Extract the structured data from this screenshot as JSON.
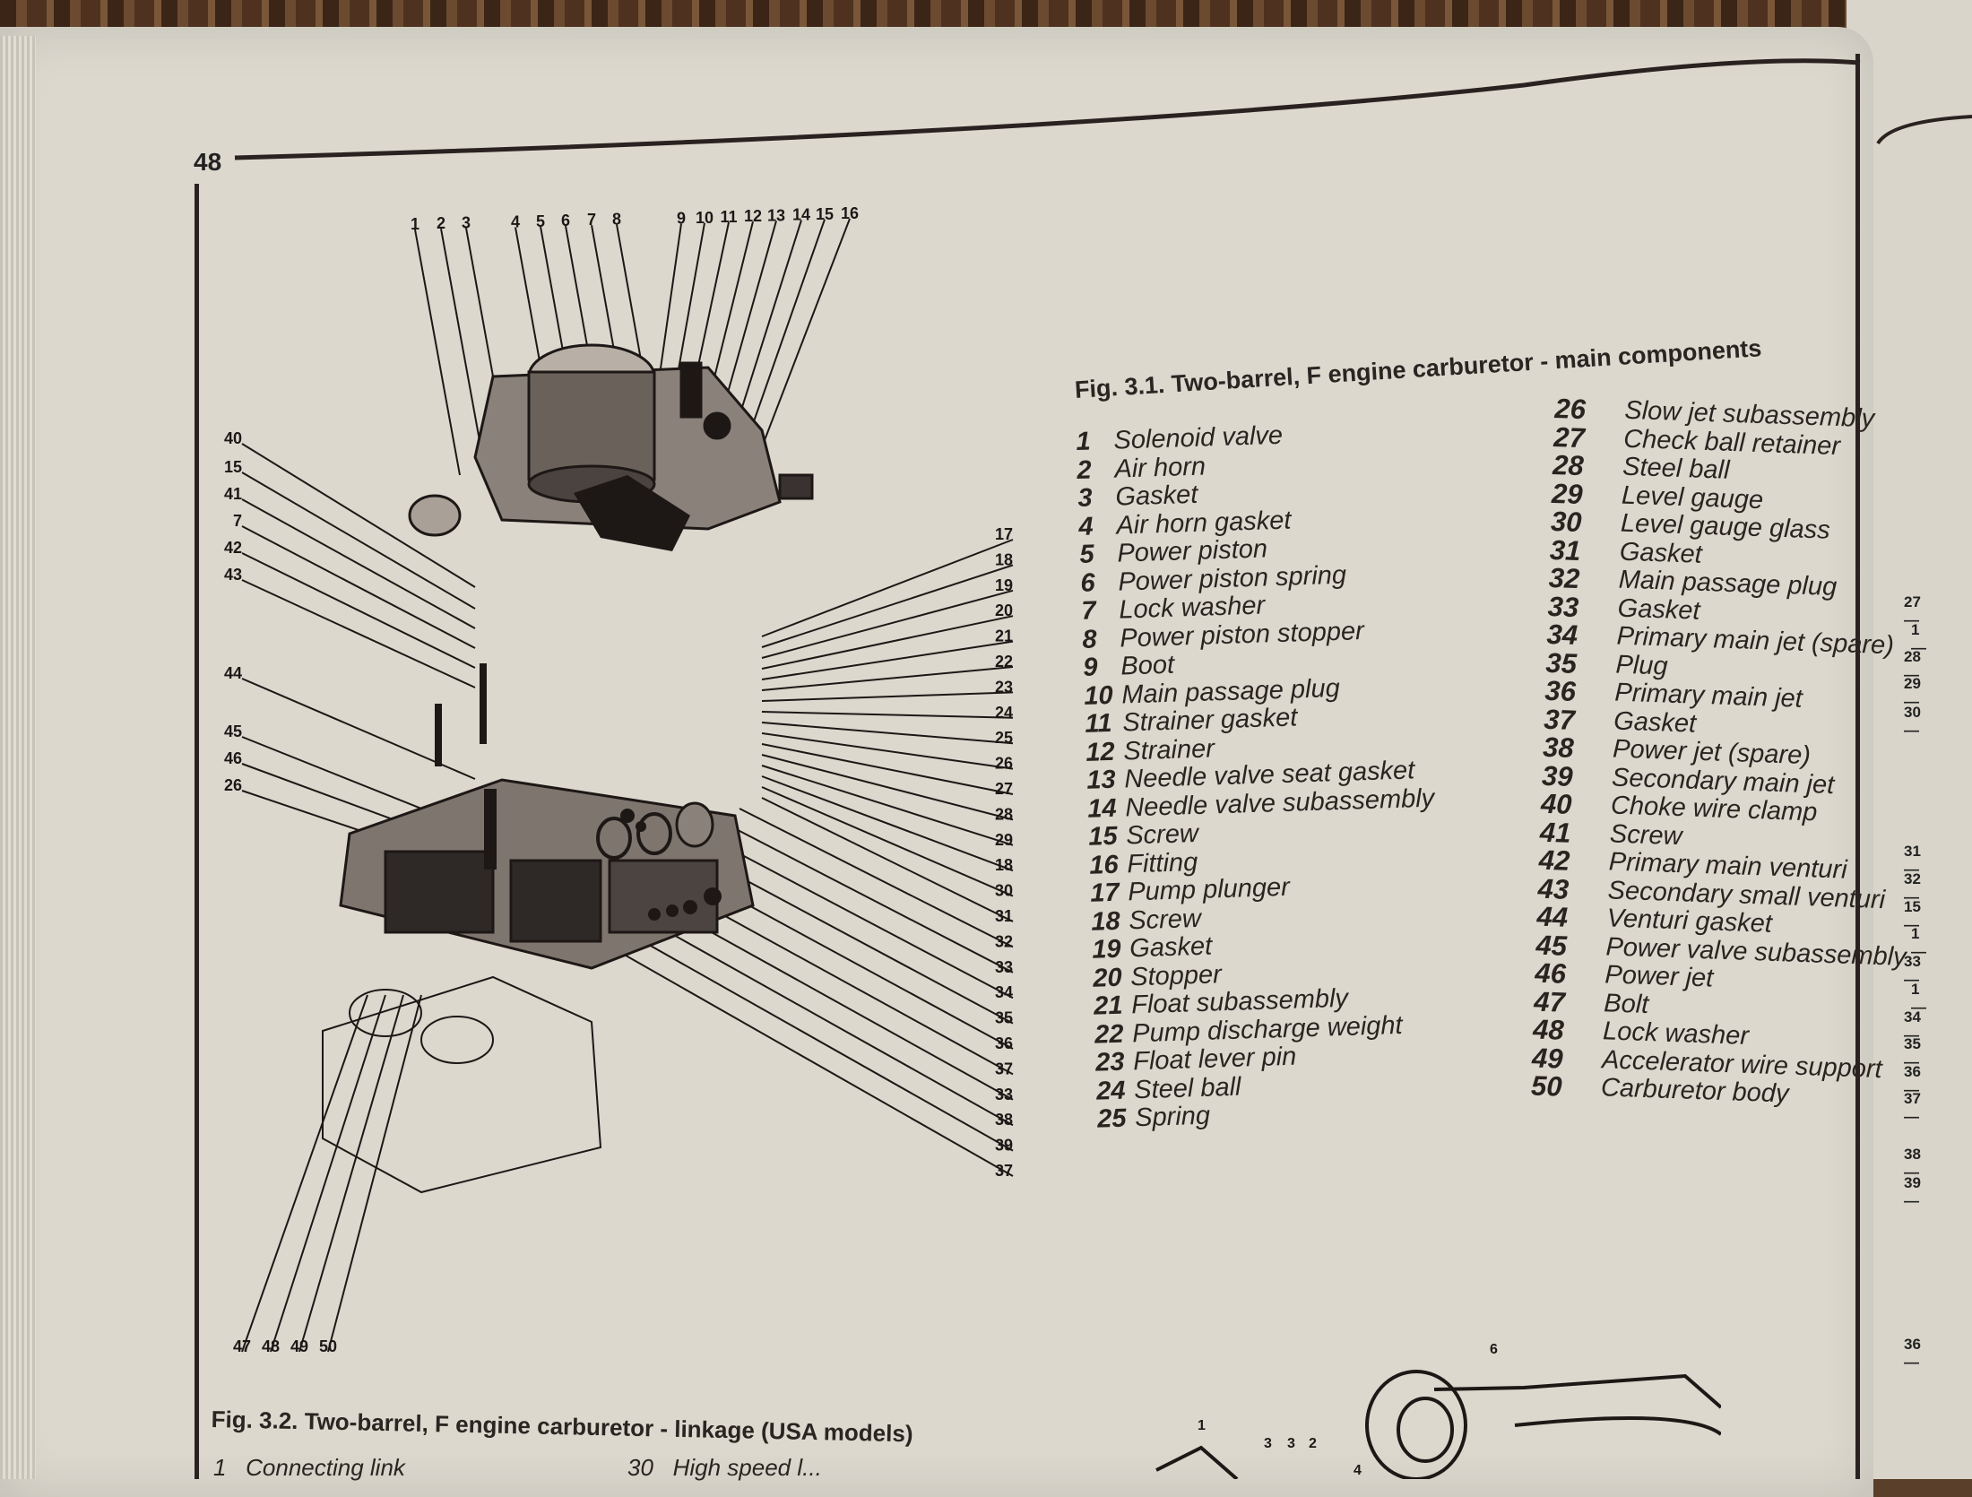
{
  "page": {
    "page_number": "48"
  },
  "figure_3_1": {
    "title": "Fig. 3.1. Two-barrel, F engine carburetor - main components",
    "top_callouts": [
      "1",
      "2",
      "3",
      "4",
      "5",
      "6",
      "7",
      "8",
      "9",
      "10",
      "11",
      "12",
      "13",
      "14",
      "15",
      "16"
    ],
    "left_callouts": [
      "40",
      "15",
      "41",
      "7",
      "42",
      "43",
      "44",
      "45",
      "46",
      "26"
    ],
    "right_callouts": [
      "17",
      "18",
      "19",
      "20",
      "21",
      "22",
      "23",
      "24",
      "25",
      "26",
      "27",
      "28",
      "29",
      "18",
      "30",
      "31",
      "32",
      "33",
      "34",
      "35",
      "36",
      "37",
      "33",
      "38",
      "39",
      "37"
    ],
    "bottom_callouts": [
      "47",
      "48",
      "49",
      "50"
    ],
    "parts_column_1": [
      {
        "num": "1",
        "name": "Solenoid valve"
      },
      {
        "num": "2",
        "name": "Air horn"
      },
      {
        "num": "3",
        "name": "Gasket"
      },
      {
        "num": "4",
        "name": "Air horn gasket"
      },
      {
        "num": "5",
        "name": "Power piston"
      },
      {
        "num": "6",
        "name": "Power piston spring"
      },
      {
        "num": "7",
        "name": "Lock washer"
      },
      {
        "num": "8",
        "name": "Power piston stopper"
      },
      {
        "num": "9",
        "name": "Boot"
      },
      {
        "num": "10",
        "name": "Main passage plug"
      },
      {
        "num": "11",
        "name": "Strainer gasket"
      },
      {
        "num": "12",
        "name": "Strainer"
      },
      {
        "num": "13",
        "name": "Needle valve seat gasket"
      },
      {
        "num": "14",
        "name": "Needle valve subassembly"
      },
      {
        "num": "15",
        "name": "Screw"
      },
      {
        "num": "16",
        "name": "Fitting"
      },
      {
        "num": "17",
        "name": "Pump plunger"
      },
      {
        "num": "18",
        "name": "Screw"
      },
      {
        "num": "19",
        "name": "Gasket"
      },
      {
        "num": "20",
        "name": "Stopper"
      },
      {
        "num": "21",
        "name": "Float subassembly"
      },
      {
        "num": "22",
        "name": "Pump discharge weight"
      },
      {
        "num": "23",
        "name": "Float lever pin"
      },
      {
        "num": "24",
        "name": "Steel ball"
      },
      {
        "num": "25",
        "name": "Spring"
      }
    ],
    "parts_column_2": [
      {
        "num": "26",
        "name": "Slow jet subassembly"
      },
      {
        "num": "27",
        "name": "Check ball retainer"
      },
      {
        "num": "28",
        "name": "Steel ball"
      },
      {
        "num": "29",
        "name": "Level gauge"
      },
      {
        "num": "30",
        "name": "Level gauge glass"
      },
      {
        "num": "31",
        "name": "Gasket"
      },
      {
        "num": "32",
        "name": "Main passage plug"
      },
      {
        "num": "33",
        "name": "Gasket"
      },
      {
        "num": "34",
        "name": "Primary main jet (spare)"
      },
      {
        "num": "35",
        "name": "Plug"
      },
      {
        "num": "36",
        "name": "Primary main jet"
      },
      {
        "num": "37",
        "name": "Gasket"
      },
      {
        "num": "38",
        "name": "Power jet (spare)"
      },
      {
        "num": "39",
        "name": "Secondary main jet"
      },
      {
        "num": "40",
        "name": "Choke wire clamp"
      },
      {
        "num": "41",
        "name": "Screw"
      },
      {
        "num": "42",
        "name": "Primary main venturi"
      },
      {
        "num": "43",
        "name": "Secondary small venturi"
      },
      {
        "num": "44",
        "name": "Venturi gasket"
      },
      {
        "num": "45",
        "name": "Power valve subassembly"
      },
      {
        "num": "46",
        "name": "Power jet"
      },
      {
        "num": "47",
        "name": "Bolt"
      },
      {
        "num": "48",
        "name": "Lock washer"
      },
      {
        "num": "49",
        "name": "Accelerator wire support"
      },
      {
        "num": "50",
        "name": "Carburetor body"
      }
    ]
  },
  "figure_3_2": {
    "title": "Fig. 3.2. Two-barrel, F engine carburetor - linkage (USA models)",
    "parts_partial": [
      {
        "num": "1",
        "name": "Connecting link"
      },
      {
        "num": "30",
        "name": "High speed l..."
      }
    ],
    "callouts": [
      "1",
      "3",
      "3",
      "2",
      "4",
      "6"
    ]
  },
  "facing_page": {
    "callouts": [
      "27",
      "1",
      "28",
      "29",
      "30",
      "31",
      "32",
      "15",
      "1",
      "33",
      "1",
      "34",
      "35",
      "36",
      "37",
      "38",
      "39",
      "36"
    ]
  }
}
